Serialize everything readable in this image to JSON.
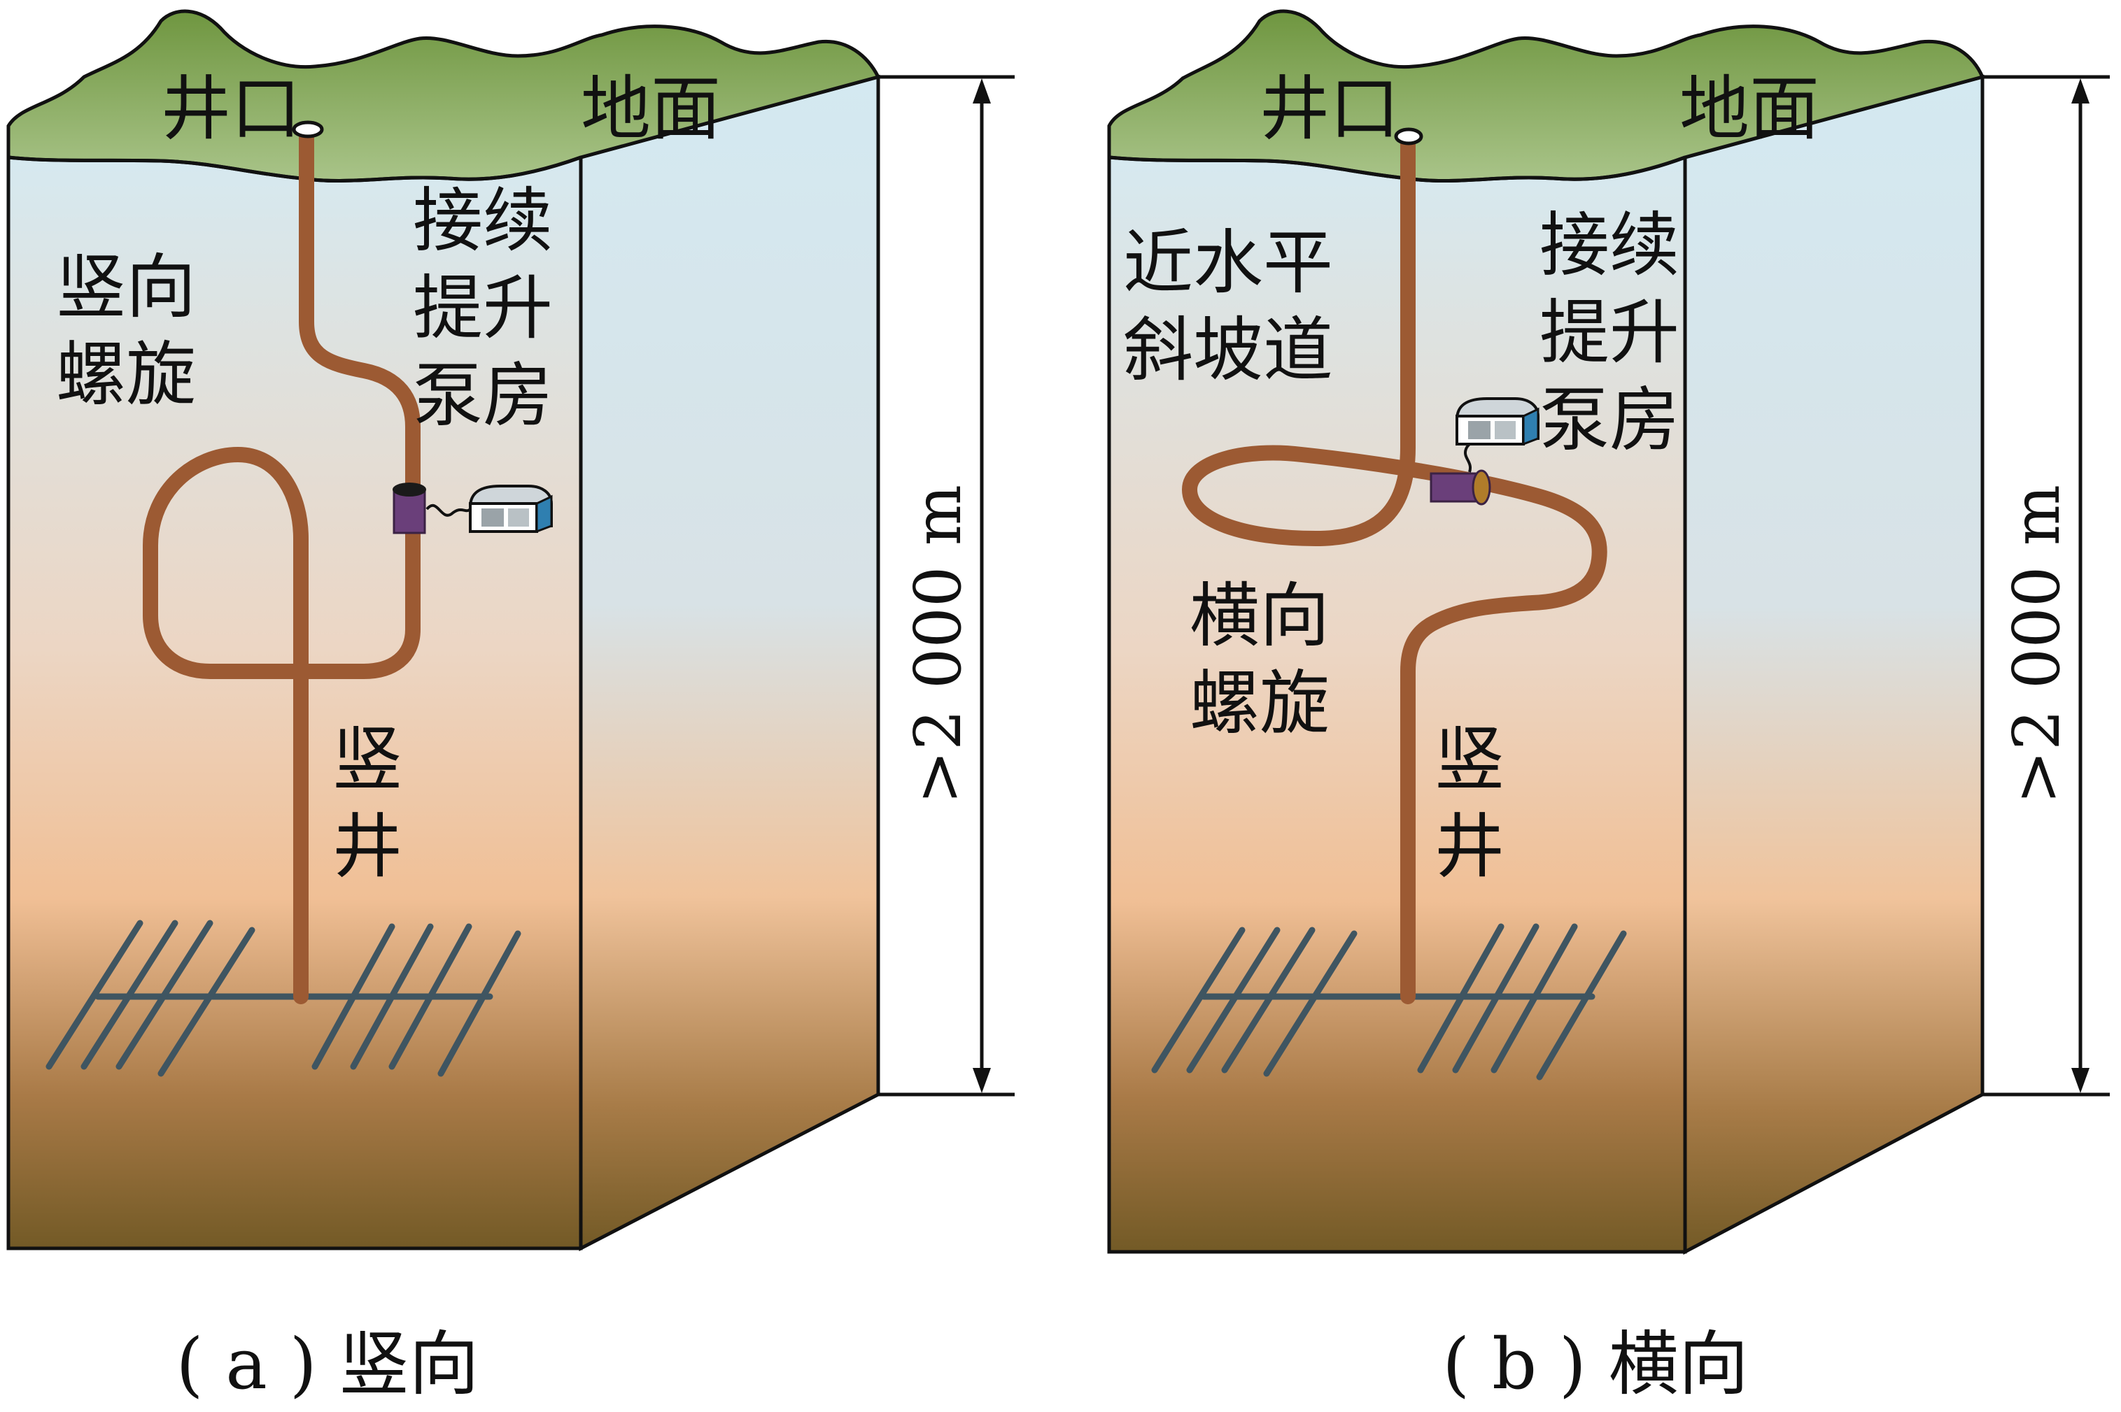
{
  "colors": {
    "pipe": "#9c5a33",
    "grass": "#7fa04e",
    "sky_side": "#cfe4ee",
    "roadway": "#3f5561",
    "pump_body": "#6a3f7a"
  },
  "panel_a": {
    "wellhead": "井口",
    "ground": "地面",
    "spiral": [
      "竖向",
      "螺旋"
    ],
    "pump_room": [
      "接续",
      "提升",
      "泵房"
    ],
    "shaft": [
      "竖",
      "井"
    ],
    "depth": ">2 000 m",
    "caption": "( a ) 竖向"
  },
  "panel_b": {
    "wellhead": "井口",
    "ground": "地面",
    "ramp": [
      "近水平",
      "斜坡道"
    ],
    "pump_room": [
      "接续",
      "提升",
      "泵房"
    ],
    "spiral": [
      "横向",
      "螺旋"
    ],
    "shaft": [
      "竖",
      "井"
    ],
    "depth": ">2 000 m",
    "caption": "( b ) 横向"
  }
}
